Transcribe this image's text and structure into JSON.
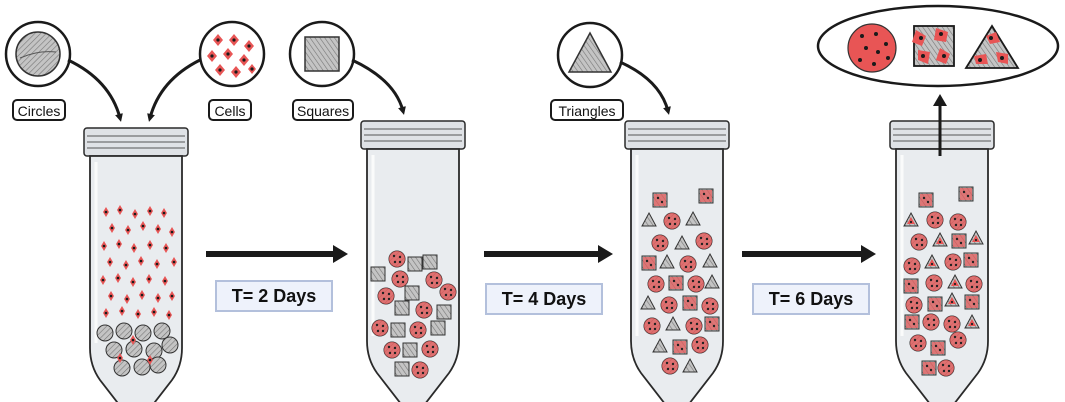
{
  "labels": {
    "circles": "Circles",
    "cells": "Cells",
    "squares": "Squares",
    "triangles": "Triangles"
  },
  "time_steps": [
    "T= 2 Days",
    "T= 4 Days",
    "T= 6 Days"
  ],
  "colors": {
    "cell_red": "#e85555",
    "scaffold_gray": "#b4b4b4",
    "tube_fill": "#e9ecef",
    "time_box_border": "#b3c0dc",
    "time_box_fill": "#eef2fb"
  },
  "icons": [
    "circle-scaffold-icon",
    "cells-icon",
    "square-scaffold-icon",
    "triangle-scaffold-icon",
    "combined-scaffolds-icon"
  ]
}
